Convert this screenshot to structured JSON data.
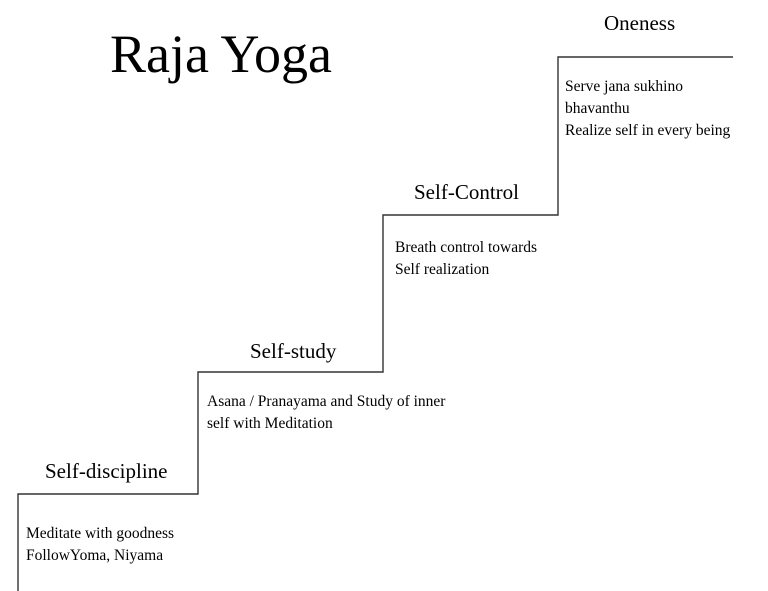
{
  "title": "Raja Yoga",
  "steps": [
    {
      "label": "Self-discipline",
      "lines": [
        "Meditate with goodness",
        "FollowYoma, Niyama"
      ]
    },
    {
      "label": "Self-study",
      "lines": [
        "Asana / Pranayama and Study of inner",
        "self with Meditation"
      ]
    },
    {
      "label": "Self-Control",
      "lines": [
        "Breath control towards",
        "Self realization"
      ]
    },
    {
      "label": "Oneness",
      "lines": [
        "Serve jana sukhino",
        "bhavanthu",
        "Realize self in every being"
      ]
    }
  ],
  "colors": {
    "line": "#333333",
    "text": "#000000",
    "background": "#ffffff"
  }
}
